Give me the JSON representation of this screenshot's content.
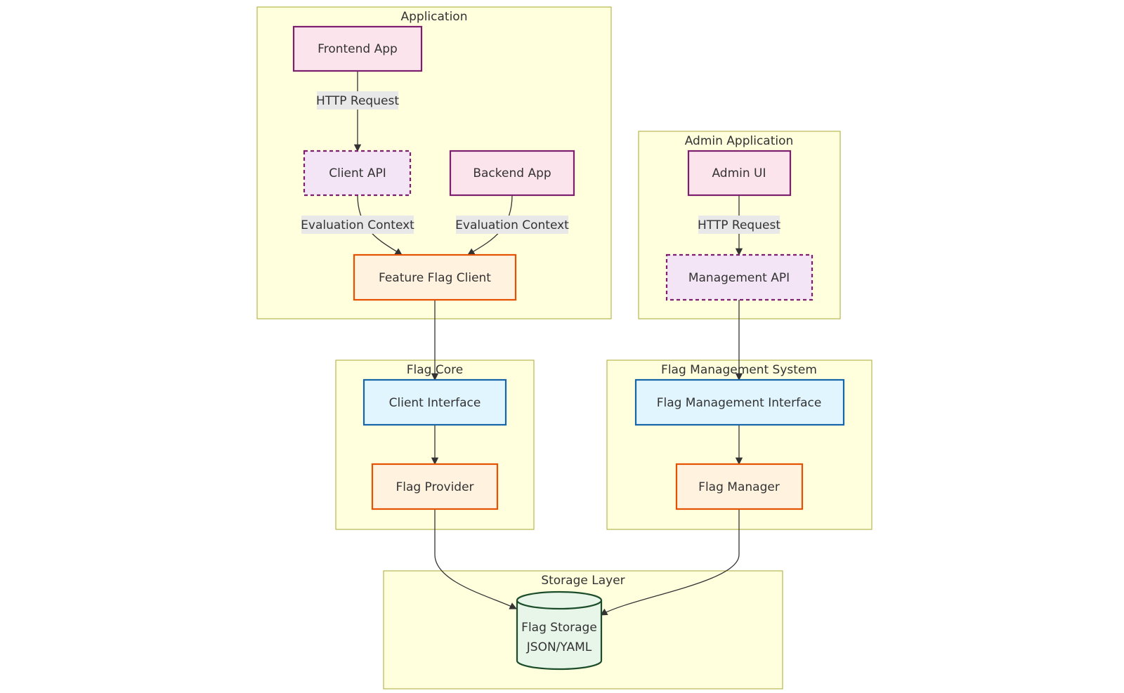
{
  "clusters": {
    "application": "Application",
    "admin_application": "Admin Application",
    "flag_core": "Flag Core",
    "flag_management_system": "Flag Management System",
    "storage_layer": "Storage Layer"
  },
  "nodes": {
    "frontend_app": "Frontend App",
    "client_api": "Client API",
    "backend_app": "Backend App",
    "feature_flag_client": "Feature Flag Client",
    "admin_ui": "Admin UI",
    "management_api": "Management API",
    "client_interface": "Client Interface",
    "flag_provider": "Flag Provider",
    "flag_management_interface": "Flag Management Interface",
    "flag_manager": "Flag Manager",
    "flag_storage": {
      "line1": "Flag Storage",
      "line2": "JSON/YAML"
    }
  },
  "edges": {
    "frontend_to_client_api": "HTTP Request",
    "client_api_to_ffc": "Evaluation Context",
    "backend_to_ffc": "Evaluation Context",
    "admin_ui_to_mgmt_api": "HTTP Request"
  },
  "colors": {
    "cluster_fill": "#ffffde",
    "cluster_stroke": "#aaaa33",
    "app_node_fill": "#fce4ec",
    "app_node_stroke": "#7b1f6e",
    "api_node_fill": "#f3e5f5",
    "core_node_fill": "#fff3e0",
    "core_node_stroke": "#e65100",
    "interface_node_fill": "#e1f5fe",
    "interface_node_stroke": "#1565a8",
    "storage_node_fill": "#e8f5e9",
    "storage_node_stroke": "#1b4d2a",
    "edge_label_bg": "#e8e8e8"
  }
}
